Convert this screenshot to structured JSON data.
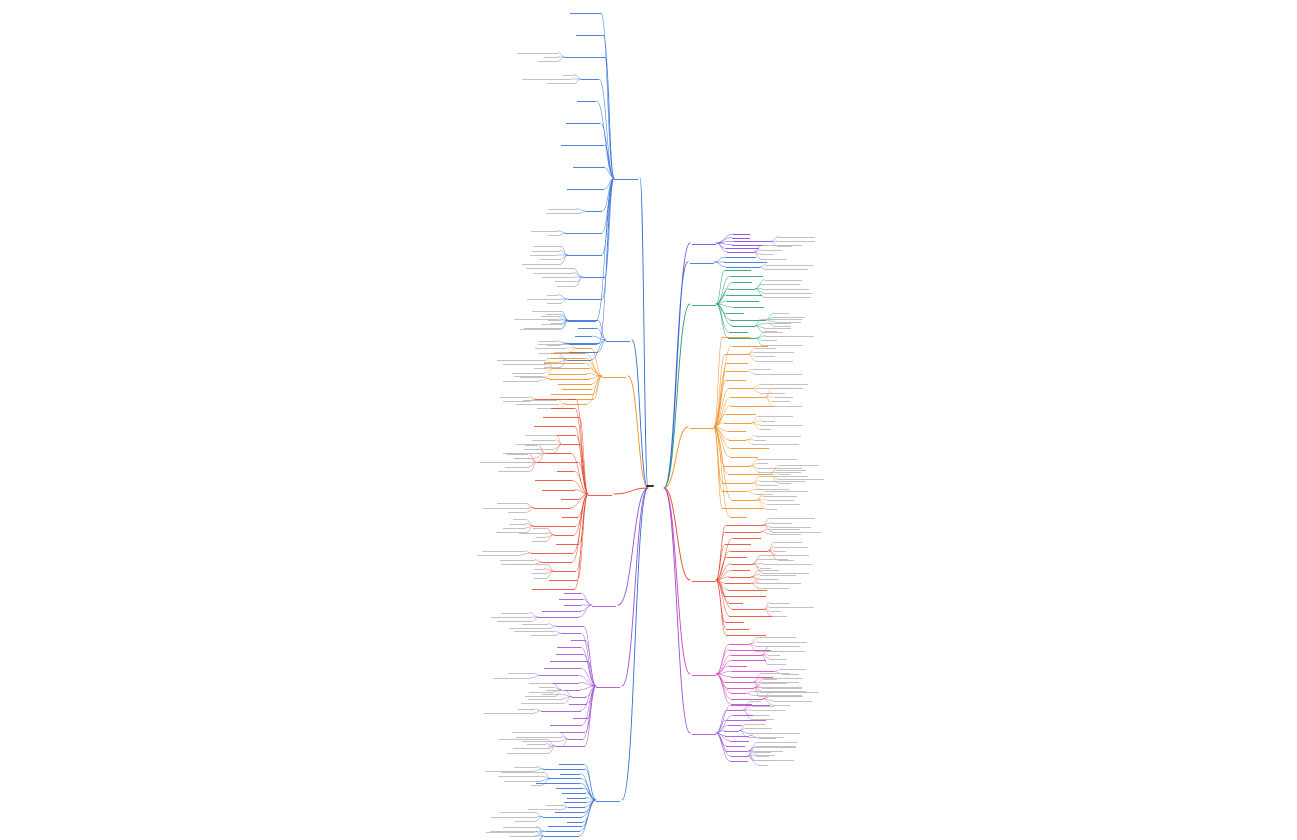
{
  "root": {
    "label": ""
  },
  "colors": {
    "blue": "#2f6fd6",
    "orange": "#f28c1c",
    "red": "#e4472b",
    "purple": "#9b4fd0",
    "green": "#1e9e6a",
    "violet": "#7a3fe0",
    "magenta": "#d13fb8",
    "gray": "#888888"
  },
  "branches": [
    {
      "side": "left",
      "color": "blue",
      "label": ""
    },
    {
      "side": "left",
      "color": "blue",
      "label": ""
    },
    {
      "side": "left",
      "color": "orange",
      "label": ""
    },
    {
      "side": "left",
      "color": "red",
      "label": ""
    },
    {
      "side": "left",
      "color": "purple",
      "label": ""
    },
    {
      "side": "left",
      "color": "purple",
      "label": ""
    },
    {
      "side": "left",
      "color": "blue",
      "label": ""
    },
    {
      "side": "right",
      "color": "violet",
      "label": ""
    },
    {
      "side": "right",
      "color": "blue",
      "label": ""
    },
    {
      "side": "right",
      "color": "green",
      "label": ""
    },
    {
      "side": "right",
      "color": "orange",
      "label": ""
    },
    {
      "side": "right",
      "color": "red",
      "label": ""
    },
    {
      "side": "right",
      "color": "magenta",
      "label": ""
    },
    {
      "side": "right",
      "color": "purple",
      "label": ""
    }
  ]
}
